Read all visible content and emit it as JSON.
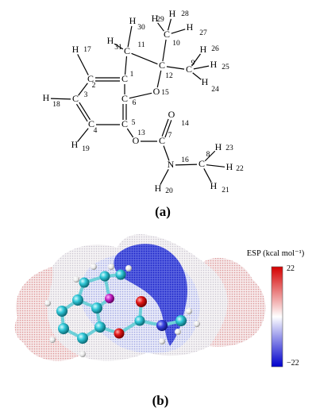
{
  "panel_a": {
    "label": "(a)",
    "atoms": [
      {
        "id": 1,
        "element": "C"
      },
      {
        "id": 2,
        "element": "C"
      },
      {
        "id": 3,
        "element": "C"
      },
      {
        "id": 4,
        "element": "C"
      },
      {
        "id": 5,
        "element": "C"
      },
      {
        "id": 6,
        "element": "C"
      },
      {
        "id": 7,
        "element": "C"
      },
      {
        "id": 8,
        "element": "C"
      },
      {
        "id": 9,
        "element": "C"
      },
      {
        "id": 10,
        "element": "C"
      },
      {
        "id": 11,
        "element": "C"
      },
      {
        "id": 12,
        "element": "C"
      },
      {
        "id": 13,
        "element": "O"
      },
      {
        "id": 14,
        "element": "O"
      },
      {
        "id": 15,
        "element": "O"
      },
      {
        "id": 16,
        "element": "N"
      },
      {
        "id": 17,
        "element": "H"
      },
      {
        "id": 18,
        "element": "H"
      },
      {
        "id": 19,
        "element": "H"
      },
      {
        "id": 20,
        "element": "H"
      },
      {
        "id": 21,
        "element": "H"
      },
      {
        "id": 22,
        "element": "H"
      },
      {
        "id": 23,
        "element": "H"
      },
      {
        "id": 24,
        "element": "H"
      },
      {
        "id": 25,
        "element": "H"
      },
      {
        "id": 26,
        "element": "H"
      },
      {
        "id": 27,
        "element": "H"
      },
      {
        "id": 28,
        "element": "H"
      },
      {
        "id": 29,
        "element": "H"
      },
      {
        "id": 30,
        "element": "H"
      },
      {
        "id": 31,
        "element": "H"
      }
    ]
  },
  "panel_b": {
    "label": "(b)",
    "colorbar": {
      "title": "ESP (kcal mol⁻¹)",
      "max_label": "22",
      "min_label": "−22",
      "max_color": "#d40000",
      "mid_color": "#ffffff",
      "min_color": "#0000cc"
    }
  }
}
